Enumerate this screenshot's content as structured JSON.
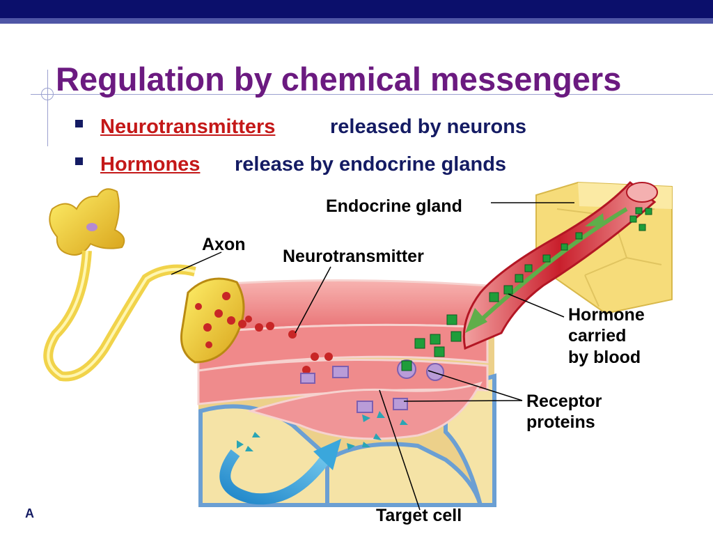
{
  "slide": {
    "title": "Regulation by chemical messengers",
    "bullets": [
      {
        "term": "Neurotransmitters",
        "rest": "released by neurons"
      },
      {
        "term": "Hormones",
        "rest": "release by endocrine glands"
      }
    ],
    "footer_glyph": "A",
    "colors": {
      "title": "#6b1a80",
      "term": "#c41818",
      "text": "#141b63",
      "bar": "#0b0f6b"
    }
  },
  "diagram": {
    "labels": {
      "endocrine_gland": "Endocrine gland",
      "axon": "Axon",
      "neurotransmitter": "Neurotransmitter",
      "hormone_line1": "Hormone",
      "hormone_line2": "carried",
      "hormone_line3": "by blood",
      "receptor_line1": "Receptor",
      "receptor_line2": "proteins",
      "target_cell": "Target cell"
    }
  }
}
